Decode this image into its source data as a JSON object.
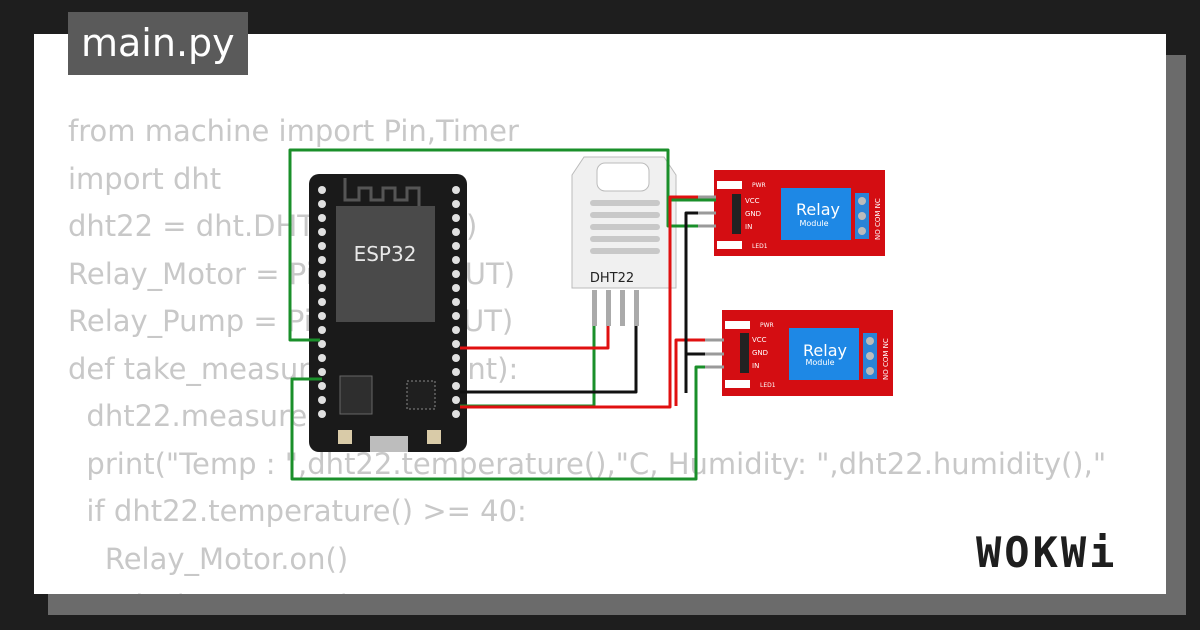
{
  "file_tab": {
    "label": "main.py"
  },
  "code_lines": [
    "from machine import Pin,Timer",
    "import dht",
    "dht22 = dht.DHT22(Pin(12))",
    "Relay_Motor = Pin(14,Pin.OUT)",
    "Relay_Pump = Pin(27,Pin.OUT)",
    "def take_measurement(event):",
    "  dht22.measure()",
    "  print(\"Temp : \",dht22.temperature(),\"C, Humidity: \",dht22.humidity(),\"",
    "  if dht22.temperature() >= 40:",
    "    Relay_Motor.on()",
    "    print(\"Motor on\")"
  ],
  "components": {
    "esp32": {
      "label": "ESP32"
    },
    "dht22": {
      "label": "DHT22"
    },
    "relay_top": {
      "title": "Relay",
      "subtitle": "Module",
      "pins": [
        "VCC",
        "GND",
        "IN"
      ],
      "pwr_label": "PWR",
      "led_label": "LED1",
      "terminal_label": "NO COM NC"
    },
    "relay_bottom": {
      "title": "Relay",
      "subtitle": "Module",
      "pins": [
        "VCC",
        "GND",
        "IN"
      ],
      "pwr_label": "PWR",
      "led_label": "LED1",
      "terminal_label": "NO COM NC"
    }
  },
  "brand": {
    "logo": "WOKWi"
  },
  "colors": {
    "background": "#1e1e1e",
    "relay_board": "#d40d12",
    "relay_body": "#1e88e5",
    "wire_green": "#1a8f2a",
    "wire_red": "#e01010",
    "wire_black": "#111111",
    "wire_gray": "#9a9a9a"
  }
}
